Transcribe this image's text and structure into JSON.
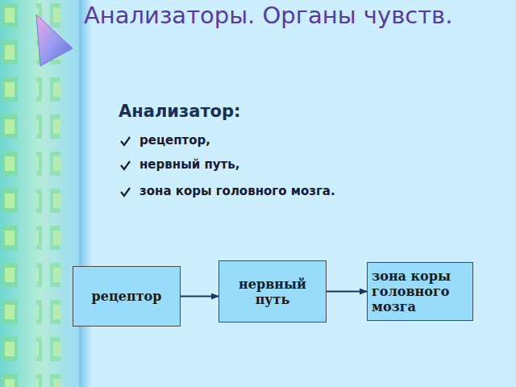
{
  "diagram": {
    "title": "Анализаторы. Органы чувств.",
    "nodes": [
      {
        "text": [
          "рецептор"
        ]
      },
      {
        "text": [
          "нервный путь"
        ]
      },
      {
        "text": [
          "зона коры головного мозга"
        ]
      }
    ],
    "edges": [
      {
        "from": 0,
        "to": 1,
        "arrow": "to"
      },
      {
        "from": 1,
        "to": 2,
        "arrow": "to"
      }
    ],
    "labels": [
      "Анализатор:",
      "рецептор,",
      "нервный путь,",
      "зона коры головного мозга."
    ]
  }
}
